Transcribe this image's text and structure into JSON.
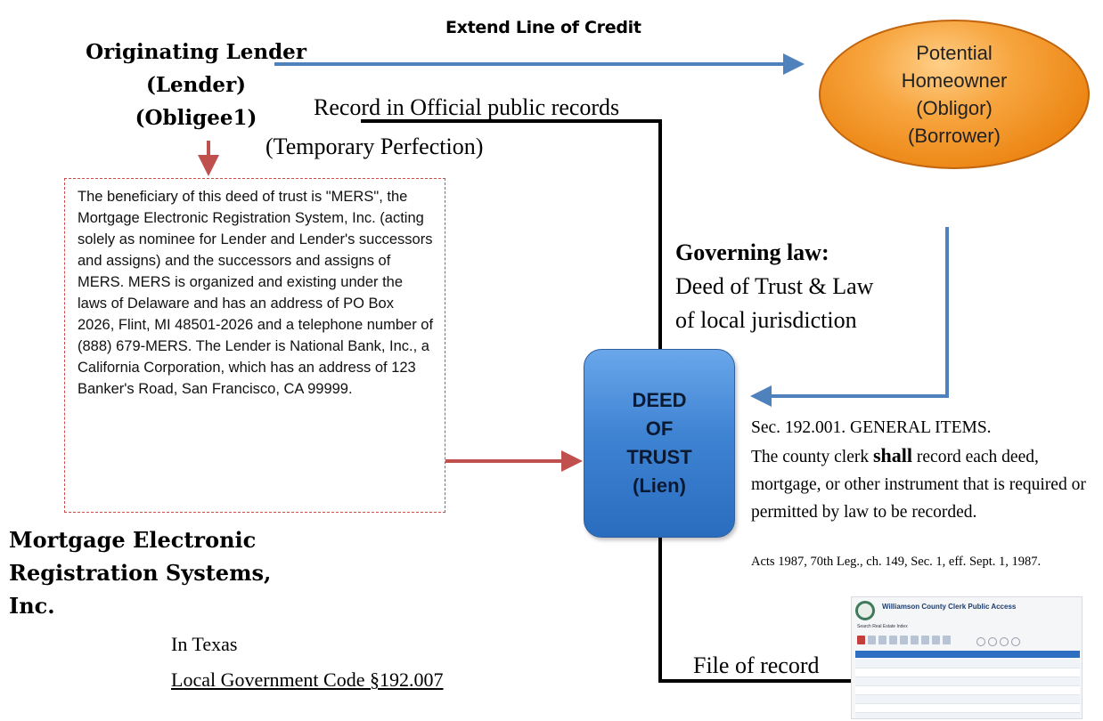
{
  "lender": {
    "line1": "Originating Lender",
    "line2": "(Lender)",
    "line3": "(Obligee1)"
  },
  "extend_label": "Extend Line of Credit",
  "record_label": "Record in Official public records",
  "temporary_label": "(Temporary Perfection)",
  "homeowner": {
    "line1": "Potential",
    "line2": "Homeowner",
    "line3": "(Obligor)",
    "line4": "(Borrower)"
  },
  "mers_box_text": "The beneficiary of this deed of trust is \"MERS\", the Mortgage Electronic Registration System, Inc. (acting solely as nominee for Lender and Lender's successors and assigns) and the successors and assigns of MERS. MERS is organized and existing under the laws of Delaware and has an address of PO Box 2026, Flint, MI 48501-2026 and a telephone number of (888) 679-MERS. The Lender is National Bank, Inc., a California Corporation, which has an address of 123 Banker's Road, San Francisco, CA 99999.",
  "deed": {
    "line1": "DEED",
    "line2": "OF",
    "line3": "TRUST",
    "line4": "(Lien)"
  },
  "governing": {
    "heading": "Governing law:",
    "line1": "Deed of Trust & Law",
    "line2": "of local jurisdiction"
  },
  "statute": {
    "heading": "Sec. 192.001.  GENERAL ITEMS.",
    "pre": "The county clerk ",
    "shall": "shall",
    "post": " record each deed, mortgage, or other instrument that is required or permitted by law to be recorded.",
    "acts": "Acts 1987, 70th Leg., ch. 149, Sec. 1, eff. Sept. 1, 1987."
  },
  "mers_name": {
    "line1": "Mortgage Electronic",
    "line2": "Registration Systems,",
    "line3": "Inc."
  },
  "texas": {
    "line1": "In Texas",
    "line2": "Local Government Code §192.007"
  },
  "file_label": "File of record",
  "screenshot": {
    "title": "Williamson County Clerk Public Access",
    "subtitle": "Search Real Estate Index"
  },
  "colors": {
    "blue_arrow": "#4f81bd",
    "red_arrow": "#c0504d",
    "oval": "#f39a2f",
    "deed": "#3f83d3"
  }
}
